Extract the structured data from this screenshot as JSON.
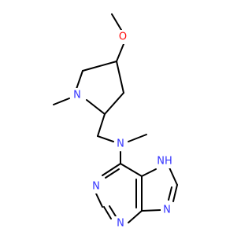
{
  "colors": {
    "background": "#ffffff",
    "bond": "#000000",
    "nitrogen": "#3333ff",
    "oxygen": "#ff0d0d"
  },
  "atoms": {
    "methoxy_oxygen": "O",
    "pyrrolidine_nitrogen": "N",
    "amine_nitrogen": "N",
    "purine_n1": "N",
    "purine_n3": "N",
    "purine_n7h": "NH",
    "purine_n9": "N"
  }
}
